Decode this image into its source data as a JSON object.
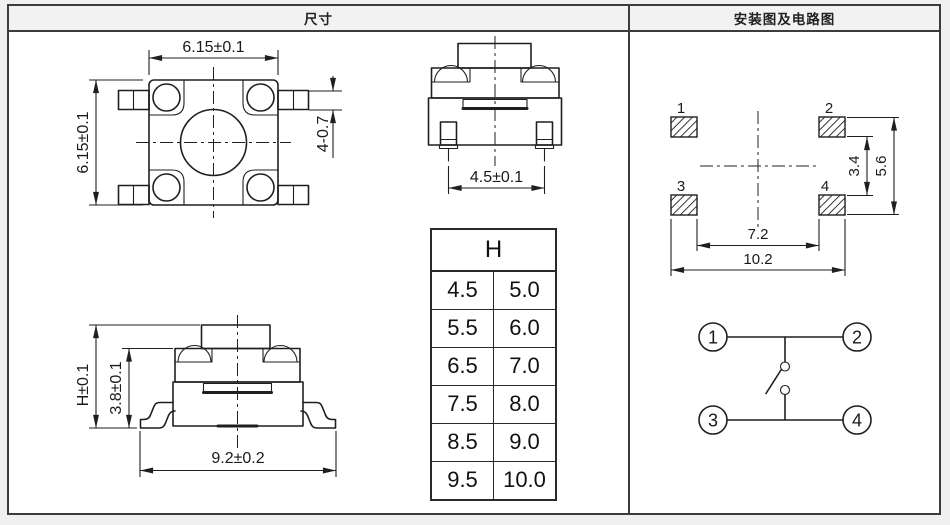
{
  "panels": {
    "left_header": "尺寸",
    "right_header": "安装图及电路图"
  },
  "top_view": {
    "dim_width": "6.15±0.1",
    "dim_height": "6.15±0.1",
    "dim_pins": "4-0.7"
  },
  "front_view": {
    "dim_pin_spacing": "4.5±0.1"
  },
  "side_view": {
    "dim_total_height": "H±0.1",
    "dim_body_height": "3.8±0.1",
    "dim_lead_span": "9.2±0.2"
  },
  "h_table": {
    "header": "H",
    "rows": [
      [
        "4.5",
        "5.0"
      ],
      [
        "5.5",
        "6.0"
      ],
      [
        "6.5",
        "7.0"
      ],
      [
        "7.5",
        "8.0"
      ],
      [
        "8.5",
        "9.0"
      ],
      [
        "9.5",
        "10.0"
      ]
    ]
  },
  "pcb": {
    "pad_labels": [
      "1",
      "2",
      "3",
      "4"
    ],
    "dim_vertical_inner": "3.4",
    "dim_vertical_outer": "5.6",
    "dim_horizontal_inner": "7.2",
    "dim_horizontal_outer": "10.2"
  },
  "circuit": {
    "terminal_labels": [
      "1",
      "2",
      "3",
      "4"
    ]
  },
  "colors": {
    "page_bg": "#f0f0f0",
    "sheet_bg": "#ffffff",
    "header_bg": "#f2f2f2",
    "frame": "#3c3c3c",
    "line": "#1f1f1f"
  }
}
